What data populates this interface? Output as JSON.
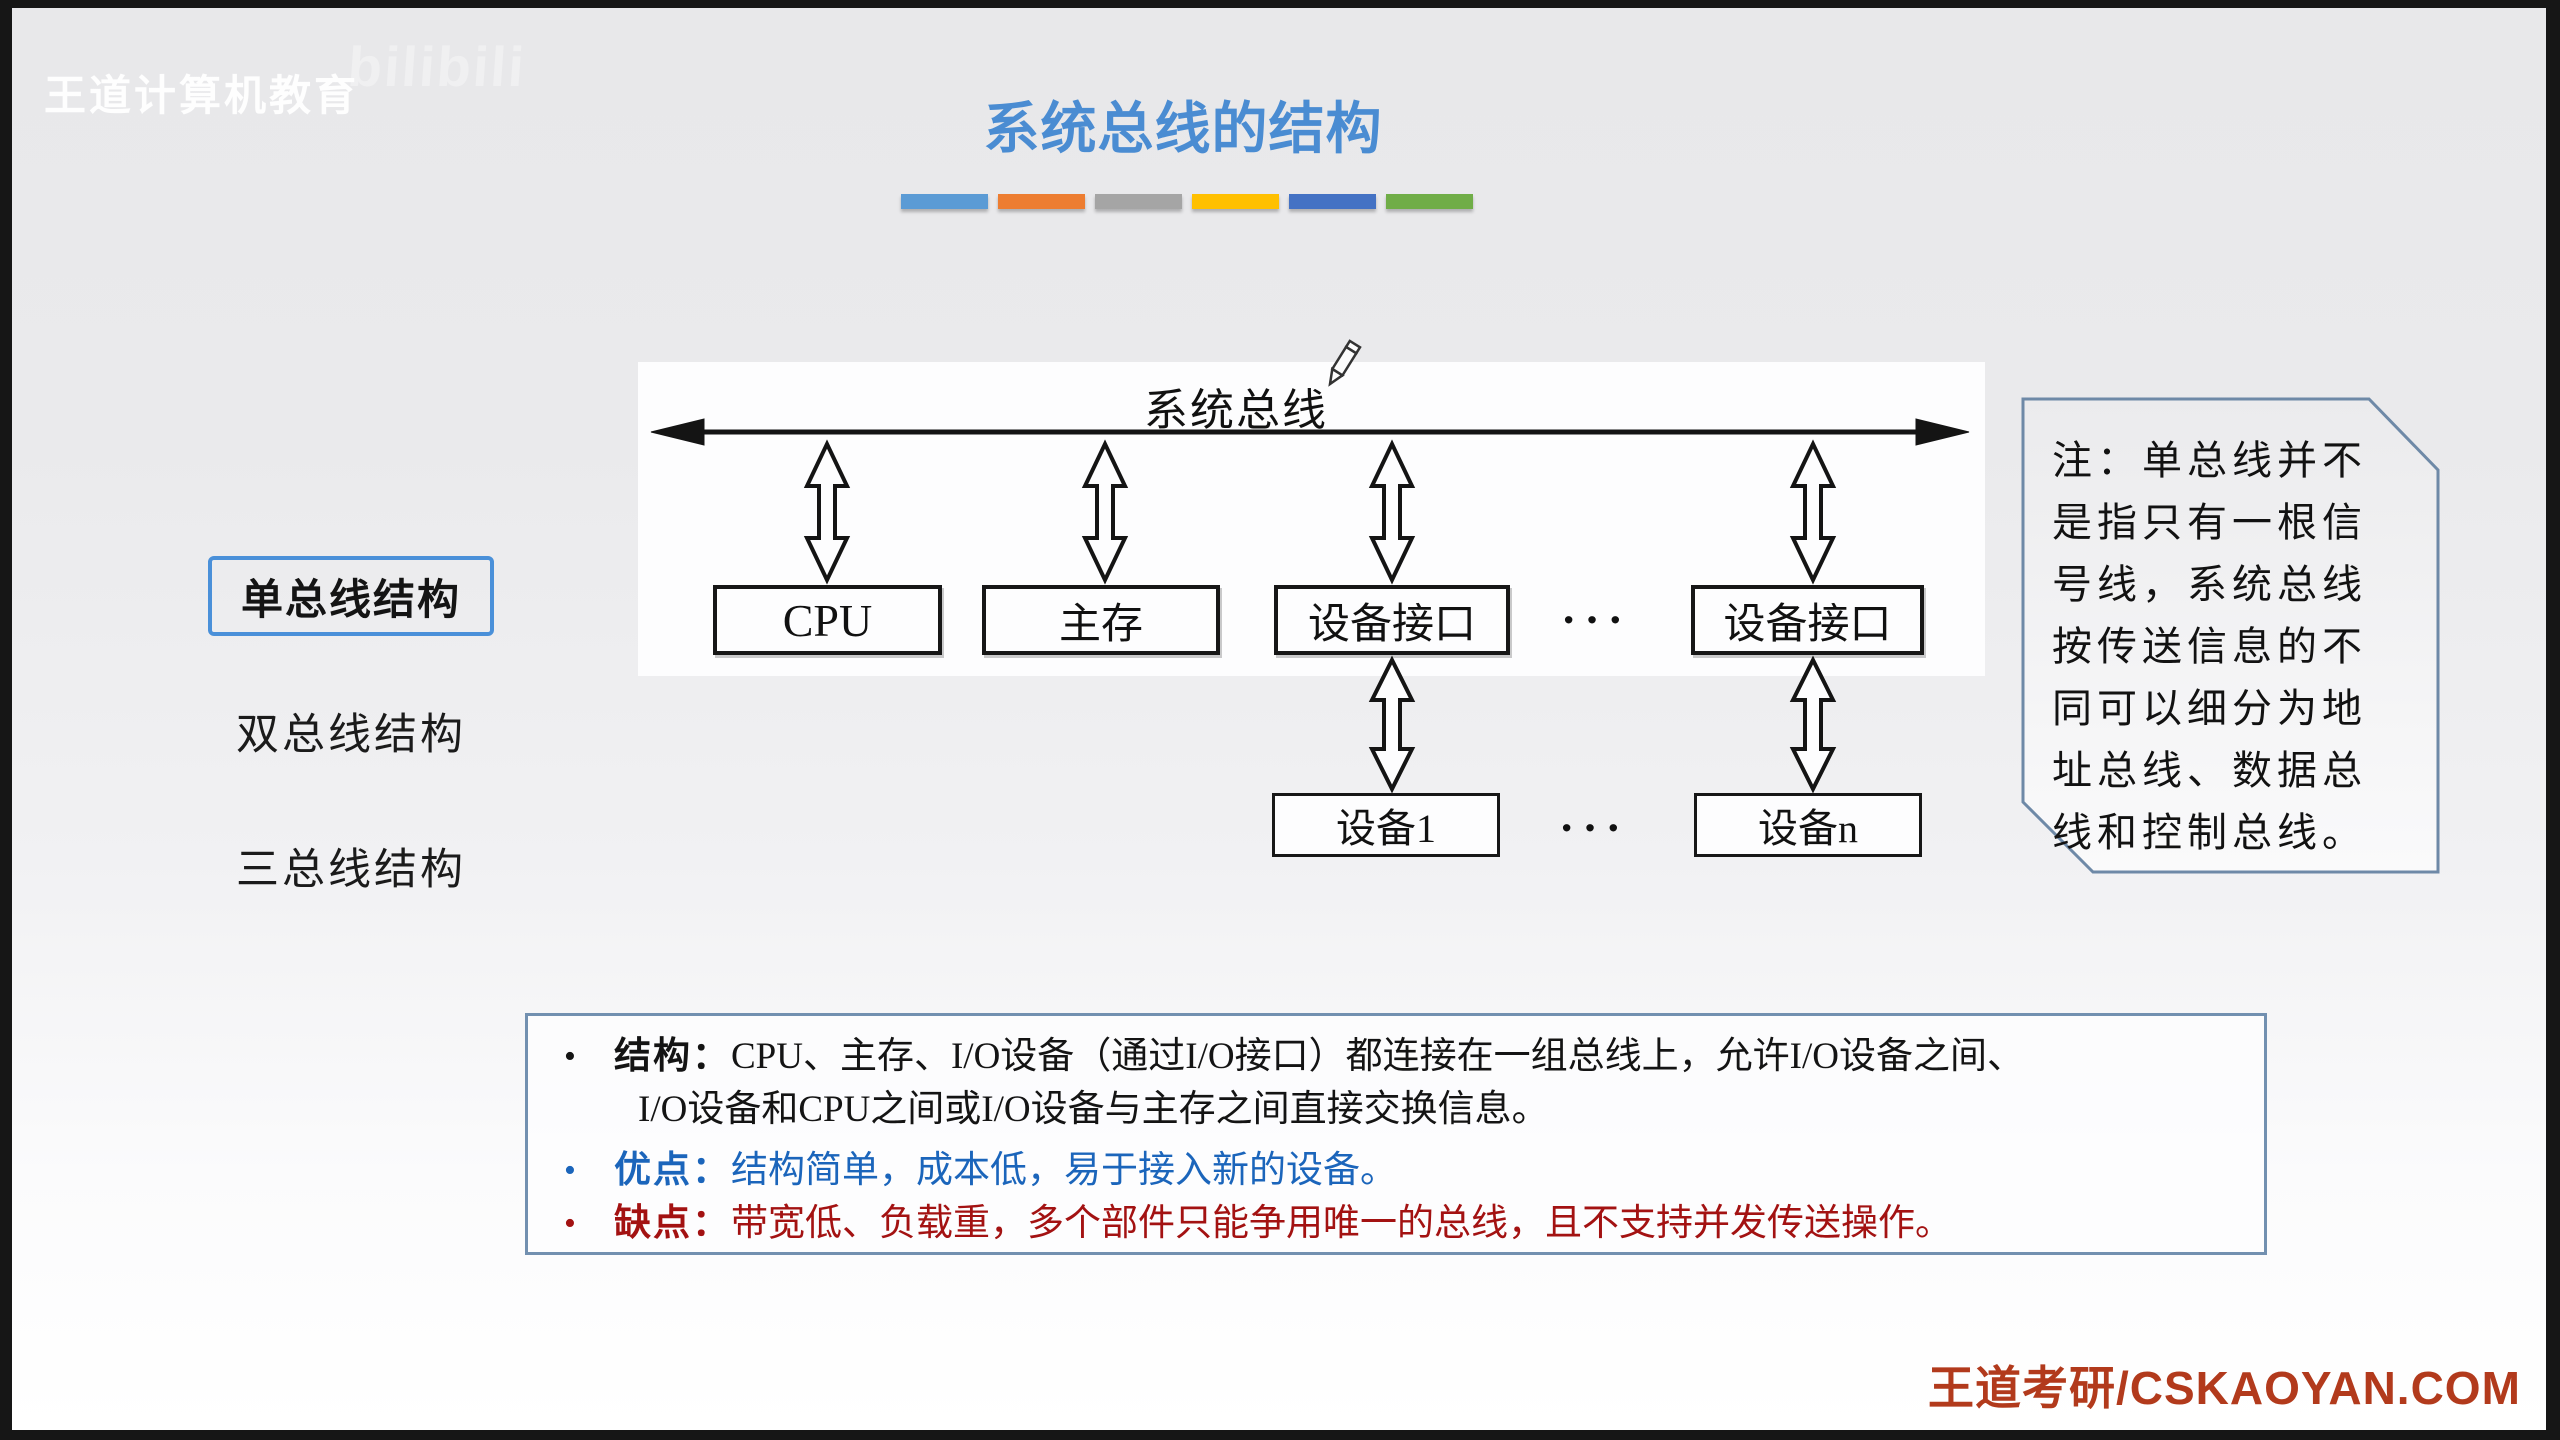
{
  "watermark": {
    "brand": "王道计算机教育",
    "platform": "bilibili"
  },
  "title": {
    "text": "系统总线的结构",
    "accent_colors": [
      "#5B9BD5",
      "#ED7D31",
      "#A5A5A5",
      "#FFC000",
      "#4472C4",
      "#70AD47"
    ],
    "color": "#4A8CD2"
  },
  "sidebar": {
    "items": [
      {
        "label": "单总线结构",
        "selected": true
      },
      {
        "label": "双总线结构",
        "selected": false
      },
      {
        "label": "三总线结构",
        "selected": false
      }
    ],
    "selected_border_color": "#4A90D9"
  },
  "diagram": {
    "bus_label": "系统总线",
    "components": [
      "CPU",
      "主存",
      "设备接口",
      "设备接口"
    ],
    "ellipsis": "···",
    "devices": [
      "设备1",
      "设备n"
    ]
  },
  "note": {
    "lines": [
      "注：单总线并不",
      "是指只有一根信",
      "号线，系统总线",
      "按传送信息的不",
      "同可以细分为地",
      "址总线、数据总",
      "线和控制总线。"
    ],
    "border_color": "#6E89A7"
  },
  "bullets": [
    {
      "label": "结构：",
      "text": "CPU、主存、I/O设备（通过I/O接口）都连接在一组总线上，允许I/O设备之间、",
      "text2": "I/O设备和CPU之间或I/O设备与主存之间直接交换信息。",
      "color": "#141414"
    },
    {
      "label": "优点：",
      "text": "结构简单，成本低，易于接入新的设备。",
      "color": "#1B65BB"
    },
    {
      "label": "缺点：",
      "text": "带宽低、负载重，多个部件只能争用唯一的总线，且不支持并发传送操作。",
      "color": "#A31212"
    }
  ],
  "footer": {
    "watermark": "王道考研/CSKAOYAN.COM",
    "color": "#B23A1C"
  }
}
